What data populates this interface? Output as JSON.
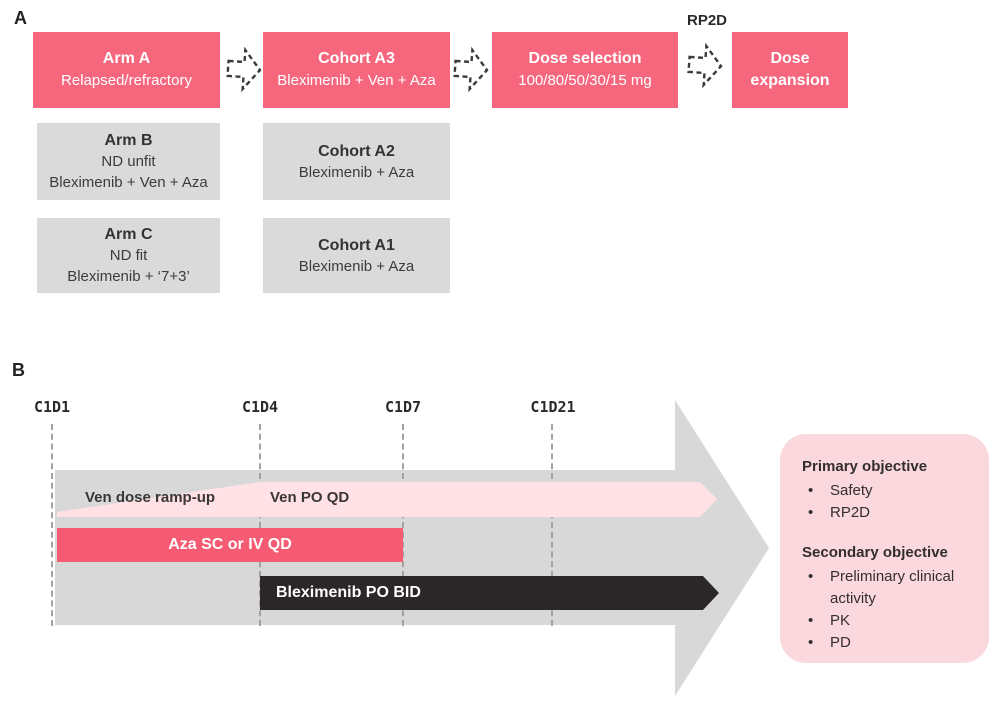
{
  "panel_a": {
    "label": "A",
    "rp2d_label": "RP2D",
    "flow": {
      "arm_a": {
        "title": "Arm A",
        "subtitle": "Relapsed/refractory"
      },
      "cohort_a3": {
        "title": "Cohort A3",
        "subtitle": "Bleximenib + Ven + Aza"
      },
      "dose_selection": {
        "title": "Dose selection",
        "subtitle": "100/80/50/30/15 mg"
      },
      "dose_expansion": {
        "title": "Dose expansion"
      }
    },
    "other_arms": {
      "arm_b": {
        "title": "Arm B",
        "lines": [
          "ND unfit",
          "Bleximenib + Ven + Aza"
        ]
      },
      "cohort_a2": {
        "title": "Cohort A2",
        "lines": [
          "Bleximenib + Aza"
        ]
      },
      "arm_c": {
        "title": "Arm C",
        "lines": [
          "ND fit",
          "Bleximenib + ‘7+3’"
        ]
      },
      "cohort_a1": {
        "title": "Cohort A1",
        "lines": [
          "Bleximenib + Aza"
        ]
      }
    }
  },
  "panel_b": {
    "label": "B",
    "timepoints": [
      "C1D1",
      "C1D4",
      "C1D7",
      "C1D21"
    ],
    "bars": {
      "ven_ramp_label": "Ven dose ramp-up",
      "ven_label": "Ven PO QD",
      "aza_label": "Aza SC or IV QD",
      "blex_label": "Bleximenib PO BID"
    },
    "objectives": {
      "primary_title": "Primary objective",
      "primary_items": [
        "Safety",
        "RP2D"
      ],
      "secondary_title": "Secondary objective",
      "secondary_items": [
        "Preliminary clinical activity",
        "PK",
        "PD"
      ]
    }
  },
  "colors": {
    "pink": "#F6677E",
    "aza_pink": "#F55C74",
    "light_pink_bar": "#FFE1E6",
    "objectives_box": "#FAD8DD",
    "gray_box": "#DADADA",
    "timeline_arrow_gray": "#D8D8D8",
    "dark_bar": "#2B2628"
  }
}
